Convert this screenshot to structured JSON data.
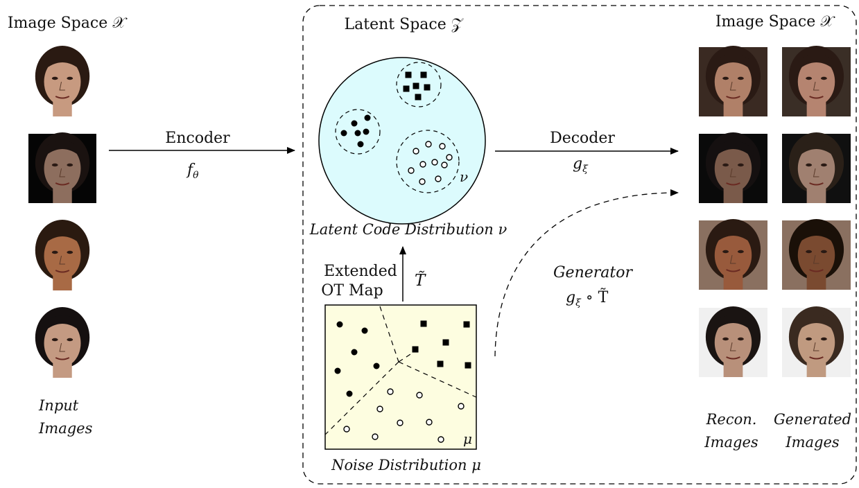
{
  "left_panel": {
    "title": "Image Space 𝒳",
    "caption_line1": "Input",
    "caption_line2": "Images"
  },
  "latent_box": {
    "title": "Latent Space 𝒵",
    "circle_color": "#dcfbfd",
    "circle_symbol": "ν",
    "latent_caption": "Latent Code Distribution ν",
    "noise_caption": "Noise Distribution μ",
    "noise_symbol": "μ",
    "square_color": "#fdfde0"
  },
  "arrows": {
    "encoder_label": "Encoder",
    "encoder_symbol": "f",
    "encoder_subscript": "θ",
    "decoder_label": "Decoder",
    "decoder_symbol": "g",
    "decoder_subscript": "ξ",
    "ot_label_line1": "Extended",
    "ot_label_line2": "OT Map",
    "ot_symbol": "T̃",
    "generator_label": "Generator",
    "generator_symbol_g": "g",
    "generator_subscript": "ξ",
    "generator_rest": " ∘ T̃"
  },
  "right_panel": {
    "title": "Image Space 𝒳",
    "recon_line1": "Recon.",
    "recon_line2": "Images",
    "gen_line1": "Generated",
    "gen_line2": "Images"
  },
  "faces": {
    "input": [
      {
        "skin": "#c79a80",
        "hair": "#2a1a12",
        "bg": "#ffffff"
      },
      {
        "skin": "#8d6e5e",
        "hair": "#1a1210",
        "bg": "#050505"
      },
      {
        "skin": "#a86a45",
        "hair": "#2a1a10",
        "bg": "#ffffff"
      },
      {
        "skin": "#c49a82",
        "hair": "#151010",
        "bg": "#ffffff"
      }
    ],
    "recon": [
      {
        "skin": "#b08068",
        "hair": "#2a1a14",
        "bg": "#3a2a22"
      },
      {
        "skin": "#7a5a4a",
        "hair": "#151010",
        "bg": "#0a0a0a"
      },
      {
        "skin": "#985a3c",
        "hair": "#2a1a12",
        "bg": "#8a7060"
      },
      {
        "skin": "#b8907a",
        "hair": "#1a1412",
        "bg": "#f0f0f0"
      }
    ],
    "generated": [
      {
        "skin": "#b58470",
        "hair": "#2a1a14",
        "bg": "#3a2e26"
      },
      {
        "skin": "#a08070",
        "hair": "#2a2018",
        "bg": "#101010"
      },
      {
        "skin": "#7a4a30",
        "hair": "#1a1008",
        "bg": "#8a7060"
      },
      {
        "skin": "#c09a80",
        "hair": "#3a2a20",
        "bg": "#f0f0f0"
      }
    ]
  }
}
